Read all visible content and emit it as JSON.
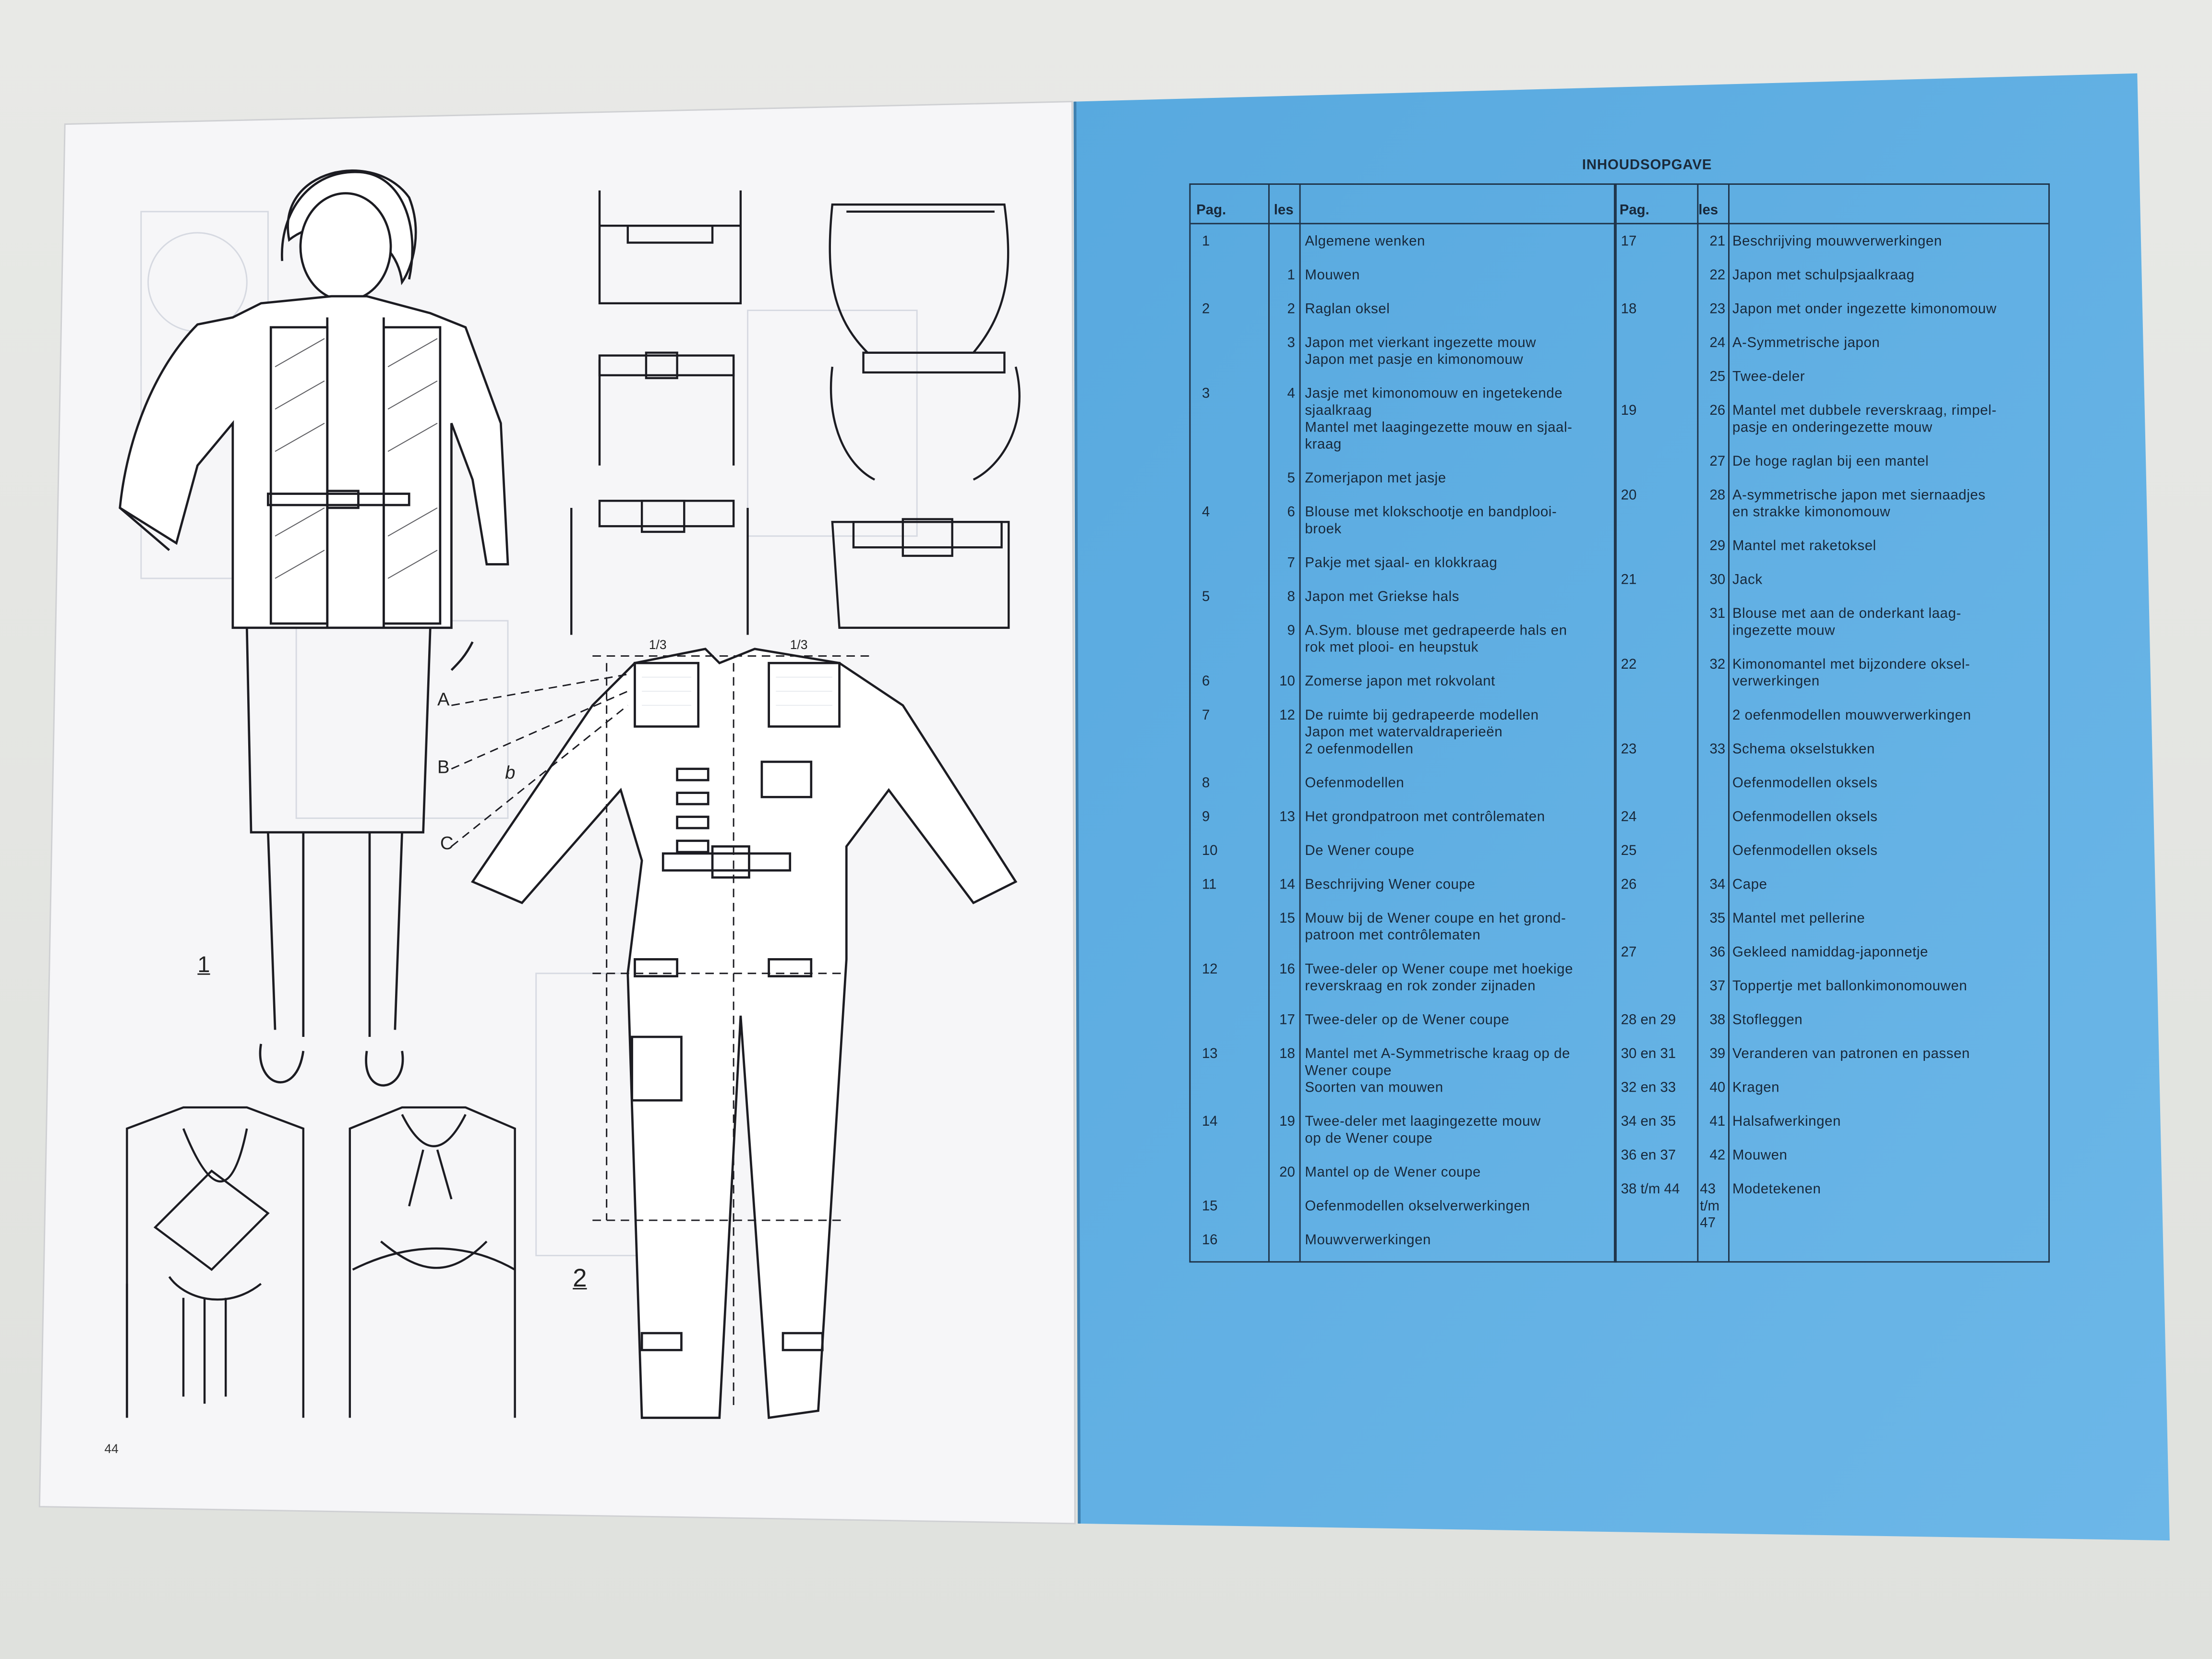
{
  "left_page": {
    "page_number": "44",
    "figure_labels": {
      "a": "A",
      "b_upper": "B",
      "b_lower": "b",
      "c": "C",
      "fig1": "1",
      "fig2": "2",
      "third_left": "1/3",
      "third_right": "1/3"
    }
  },
  "right_page": {
    "title": "INHOUDSOPGAVE",
    "headers": {
      "pag": "Pag.",
      "les": "les"
    },
    "colors": {
      "paper": "#62b0e3",
      "ink": "#18283a"
    },
    "left_column": [
      {
        "pag": "1",
        "les": "",
        "lines": [
          "Algemene wenken"
        ]
      },
      {
        "pag": "",
        "les": "1",
        "lines": [
          "Mouwen"
        ]
      },
      {
        "pag": "2",
        "les": "2",
        "lines": [
          "Raglan oksel"
        ]
      },
      {
        "pag": "",
        "les": "3",
        "lines": [
          "Japon met vierkant ingezette mouw",
          "Japon met pasje en kimonomouw"
        ]
      },
      {
        "pag": "3",
        "les": "4",
        "lines": [
          "Jasje met kimonomouw en ingetekende",
          "sjaalkraag",
          "Mantel met laagingezette mouw en sjaal-",
          "kraag"
        ]
      },
      {
        "pag": "",
        "les": "5",
        "lines": [
          "Zomerjapon met jasje"
        ]
      },
      {
        "pag": "4",
        "les": "6",
        "lines": [
          "Blouse met klokschootje en bandplooi-",
          "broek"
        ]
      },
      {
        "pag": "",
        "les": "7",
        "lines": [
          "Pakje met sjaal- en klokkraag"
        ]
      },
      {
        "pag": "5",
        "les": "8",
        "lines": [
          "Japon met Griekse hals"
        ]
      },
      {
        "pag": "",
        "les": "9",
        "lines": [
          "A.Sym. blouse met gedrapeerde hals en",
          "rok met plooi- en heupstuk"
        ]
      },
      {
        "pag": "6",
        "les": "10",
        "lines": [
          "Zomerse japon met rokvolant"
        ]
      },
      {
        "pag": "7",
        "les": "12",
        "lines": [
          "De ruimte bij gedrapeerde modellen",
          "Japon met watervaldraperieën",
          "2 oefenmodellen"
        ]
      },
      {
        "pag": "8",
        "les": "",
        "lines": [
          "Oefenmodellen"
        ]
      },
      {
        "pag": "9",
        "les": "13",
        "lines": [
          "Het grondpatroon met contrôlematen"
        ]
      },
      {
        "pag": "10",
        "les": "",
        "lines": [
          "De Wener coupe"
        ]
      },
      {
        "pag": "11",
        "les": "14",
        "lines": [
          "Beschrijving Wener coupe"
        ]
      },
      {
        "pag": "",
        "les": "15",
        "lines": [
          "Mouw bij de Wener coupe en het grond-",
          "patroon met contrôlematen"
        ]
      },
      {
        "pag": "12",
        "les": "16",
        "lines": [
          "Twee-deler op Wener coupe met hoekige",
          "reverskraag en rok zonder zijnaden"
        ]
      },
      {
        "pag": "",
        "les": "17",
        "lines": [
          "Twee-deler op de Wener coupe"
        ]
      },
      {
        "pag": "13",
        "les": "18",
        "lines": [
          "Mantel met A-Symmetrische kraag op de",
          "Wener coupe",
          "Soorten van mouwen"
        ]
      },
      {
        "pag": "14",
        "les": "19",
        "lines": [
          "Twee-deler met laagingezette mouw",
          "op de Wener coupe"
        ]
      },
      {
        "pag": "",
        "les": "20",
        "lines": [
          "Mantel op de Wener coupe"
        ]
      },
      {
        "pag": "15",
        "les": "",
        "lines": [
          "Oefenmodellen okselverwerkingen"
        ]
      },
      {
        "pag": "16",
        "les": "",
        "lines": [
          "Mouwverwerkingen"
        ]
      }
    ],
    "right_column": [
      {
        "pag": "17",
        "les": "21",
        "lines": [
          "Beschrijving mouwverwerkingen"
        ]
      },
      {
        "pag": "",
        "les": "22",
        "lines": [
          "Japon met schulpsjaalkraag"
        ]
      },
      {
        "pag": "18",
        "les": "23",
        "lines": [
          "Japon met onder ingezette kimonomouw"
        ]
      },
      {
        "pag": "",
        "les": "24",
        "lines": [
          "A-Symmetrische japon"
        ]
      },
      {
        "pag": "",
        "les": "25",
        "lines": [
          "Twee-deler"
        ]
      },
      {
        "pag": "19",
        "les": "26",
        "lines": [
          "Mantel met dubbele reverskraag, rimpel-",
          "pasje en onderingezette mouw"
        ]
      },
      {
        "pag": "",
        "les": "27",
        "lines": [
          "De hoge raglan bij een mantel"
        ]
      },
      {
        "pag": "20",
        "les": "28",
        "lines": [
          "A-symmetrische japon met siernaadjes",
          "en strakke kimonomouw"
        ]
      },
      {
        "pag": "",
        "les": "29",
        "lines": [
          "Mantel met raketoksel"
        ]
      },
      {
        "pag": "21",
        "les": "30",
        "lines": [
          "Jack"
        ]
      },
      {
        "pag": "",
        "les": "31",
        "lines": [
          "Blouse met aan de onderkant laag-",
          "ingezette mouw"
        ]
      },
      {
        "pag": "22",
        "les": "32",
        "lines": [
          "Kimonomantel met bijzondere oksel-",
          "verwerkingen"
        ]
      },
      {
        "pag": "",
        "les": "",
        "lines": [
          "2 oefenmodellen mouwverwerkingen"
        ]
      },
      {
        "pag": "23",
        "les": "33",
        "lines": [
          "Schema okselstukken"
        ]
      },
      {
        "pag": "",
        "les": "",
        "lines": [
          "Oefenmodellen oksels"
        ]
      },
      {
        "pag": "24",
        "les": "",
        "lines": [
          "Oefenmodellen oksels"
        ]
      },
      {
        "pag": "25",
        "les": "",
        "lines": [
          "Oefenmodellen oksels"
        ]
      },
      {
        "pag": "26",
        "les": "34",
        "lines": [
          "Cape"
        ]
      },
      {
        "pag": "",
        "les": "35",
        "lines": [
          "Mantel met pellerine"
        ]
      },
      {
        "pag": "27",
        "les": "36",
        "lines": [
          "Gekleed namiddag-japonnetje"
        ]
      },
      {
        "pag": "",
        "les": "37",
        "lines": [
          "Toppertje met ballonkimonomouwen"
        ]
      },
      {
        "pag": "28 en 29",
        "les": "38",
        "lines": [
          "Stofleggen"
        ]
      },
      {
        "pag": "30 en 31",
        "les": "39",
        "lines": [
          "Veranderen van patronen en passen"
        ]
      },
      {
        "pag": "32 en 33",
        "les": "40",
        "lines": [
          "Kragen"
        ]
      },
      {
        "pag": "34 en 35",
        "les": "41",
        "lines": [
          "Halsafwerkingen"
        ]
      },
      {
        "pag": "36 en 37",
        "les": "42",
        "lines": [
          "Mouwen"
        ]
      },
      {
        "pag": "38 t/m 44",
        "les": "43 t/m 47",
        "lines": [
          "Modetekenen"
        ]
      }
    ]
  }
}
